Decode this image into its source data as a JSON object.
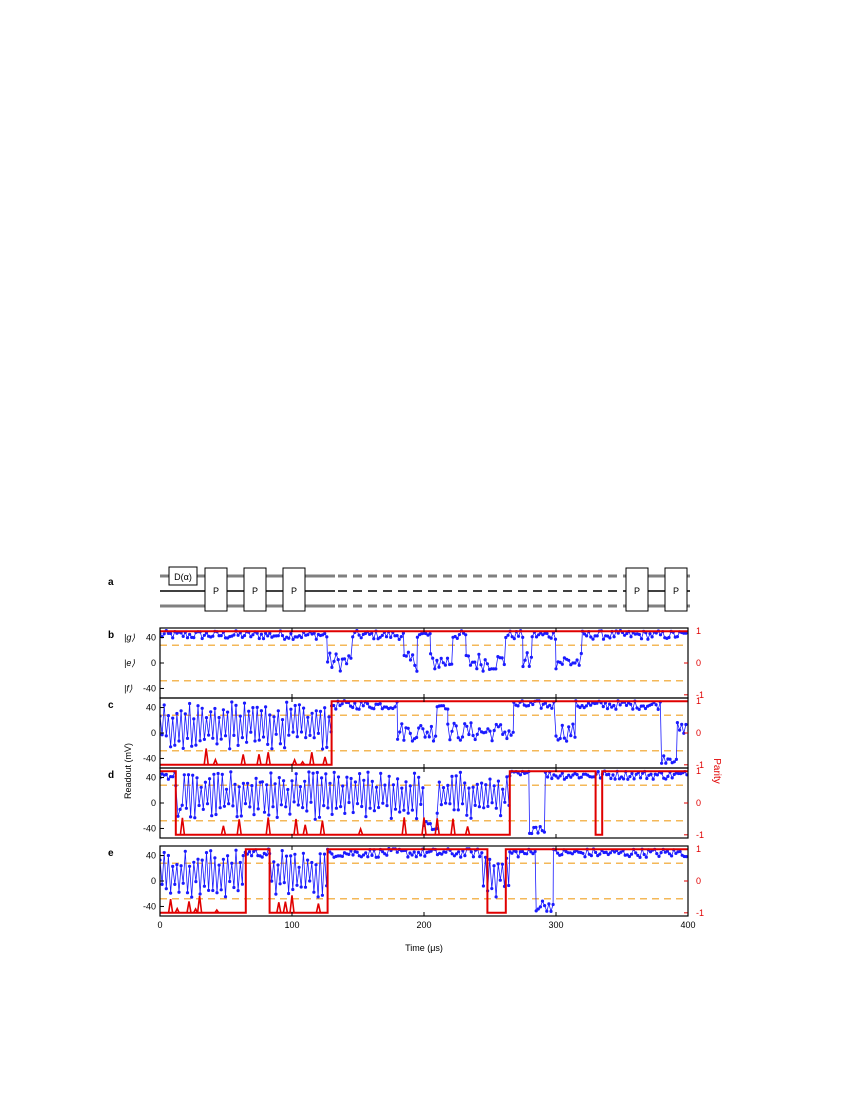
{
  "chart_data": {
    "type": "line",
    "panel_labels": [
      "a",
      "b",
      "c",
      "d",
      "e"
    ],
    "circuit": {
      "displacement_label": "D(α)",
      "gate_label": "P",
      "gate_count_left": 3,
      "gate_count_right": 2
    },
    "xlabel": "Time (μs)",
    "ylabel_left": "Readout (mV)",
    "ylabel_right": "Parity",
    "xlim": [
      0,
      400
    ],
    "ylim_left": [
      -55,
      55
    ],
    "ylim_right": [
      -1.1,
      1.1
    ],
    "x_ticks": [
      "0",
      "100",
      "200",
      "300",
      "400"
    ],
    "y_ticks_left": [
      "40",
      "0",
      "-40"
    ],
    "y_ticks_right": [
      "1",
      "0",
      "-1"
    ],
    "state_labels": [
      "|g⟩",
      "|e⟩",
      "|f⟩"
    ],
    "thresholds_mV": [
      28,
      -28
    ],
    "colors": {
      "readout": "#1a1aff",
      "parity": "#e00000",
      "threshold": "#f0a020"
    },
    "series_readout_name": "",
    "series_parity_name": "",
    "panels": [
      {
        "label": "b",
        "parity_segments": [
          [
            0,
            400,
            1
          ]
        ],
        "parity_spikes": [],
        "readout_segments": [
          {
            "x0": 0,
            "x1": 127,
            "mode": "high"
          },
          {
            "x0": 127,
            "x1": 146,
            "mode": "mid"
          },
          {
            "x0": 146,
            "x1": 185,
            "mode": "high"
          },
          {
            "x0": 185,
            "x1": 195,
            "mode": "mid"
          },
          {
            "x0": 195,
            "x1": 205,
            "mode": "high"
          },
          {
            "x0": 205,
            "x1": 222,
            "mode": "mid"
          },
          {
            "x0": 222,
            "x1": 232,
            "mode": "high"
          },
          {
            "x0": 232,
            "x1": 262,
            "mode": "mid"
          },
          {
            "x0": 262,
            "x1": 275,
            "mode": "high"
          },
          {
            "x0": 275,
            "x1": 282,
            "mode": "mid"
          },
          {
            "x0": 282,
            "x1": 300,
            "mode": "high"
          },
          {
            "x0": 300,
            "x1": 320,
            "mode": "mid"
          },
          {
            "x0": 320,
            "x1": 400,
            "mode": "high"
          }
        ]
      },
      {
        "label": "c",
        "parity_segments": [
          [
            0,
            130,
            -1
          ],
          [
            130,
            400,
            1
          ]
        ],
        "parity_spikes": [
          35,
          42,
          63,
          75,
          82,
          102,
          108,
          115,
          125
        ],
        "readout_segments": [
          {
            "x0": 0,
            "x1": 130,
            "mode": "osc"
          },
          {
            "x0": 130,
            "x1": 180,
            "mode": "high"
          },
          {
            "x0": 180,
            "x1": 210,
            "mode": "mid"
          },
          {
            "x0": 210,
            "x1": 218,
            "mode": "high"
          },
          {
            "x0": 218,
            "x1": 268,
            "mode": "mid"
          },
          {
            "x0": 268,
            "x1": 300,
            "mode": "high"
          },
          {
            "x0": 300,
            "x1": 315,
            "mode": "mid"
          },
          {
            "x0": 315,
            "x1": 380,
            "mode": "high"
          },
          {
            "x0": 380,
            "x1": 392,
            "mode": "low"
          },
          {
            "x0": 392,
            "x1": 400,
            "mode": "mid"
          }
        ]
      },
      {
        "label": "d",
        "parity_segments": [
          [
            0,
            12,
            1
          ],
          [
            12,
            265,
            -1
          ],
          [
            265,
            330,
            1
          ],
          [
            330,
            335,
            -1
          ],
          [
            335,
            400,
            1
          ]
        ],
        "parity_spikes": [
          17,
          48,
          60,
          82,
          103,
          110,
          123,
          152,
          185,
          200,
          210,
          222,
          233
        ],
        "readout_segments": [
          {
            "x0": 0,
            "x1": 12,
            "mode": "high"
          },
          {
            "x0": 12,
            "x1": 200,
            "mode": "osc"
          },
          {
            "x0": 200,
            "x1": 210,
            "mode": "low"
          },
          {
            "x0": 210,
            "x1": 265,
            "mode": "osc"
          },
          {
            "x0": 265,
            "x1": 280,
            "mode": "high"
          },
          {
            "x0": 280,
            "x1": 292,
            "mode": "low"
          },
          {
            "x0": 292,
            "x1": 400,
            "mode": "high"
          }
        ]
      },
      {
        "label": "e",
        "parity_segments": [
          [
            0,
            65,
            -1
          ],
          [
            65,
            83,
            1
          ],
          [
            83,
            127,
            -1
          ],
          [
            127,
            248,
            1
          ],
          [
            248,
            262,
            -1
          ],
          [
            262,
            400,
            1
          ]
        ],
        "parity_spikes": [
          8,
          13,
          22,
          27,
          30,
          43,
          90,
          95,
          100,
          120
        ],
        "readout_segments": [
          {
            "x0": 0,
            "x1": 63,
            "mode": "osc"
          },
          {
            "x0": 63,
            "x1": 83,
            "mode": "high"
          },
          {
            "x0": 83,
            "x1": 127,
            "mode": "osc"
          },
          {
            "x0": 127,
            "x1": 245,
            "mode": "high"
          },
          {
            "x0": 245,
            "x1": 265,
            "mode": "osc"
          },
          {
            "x0": 265,
            "x1": 285,
            "mode": "high"
          },
          {
            "x0": 285,
            "x1": 298,
            "mode": "low"
          },
          {
            "x0": 298,
            "x1": 400,
            "mode": "high"
          }
        ]
      }
    ]
  }
}
